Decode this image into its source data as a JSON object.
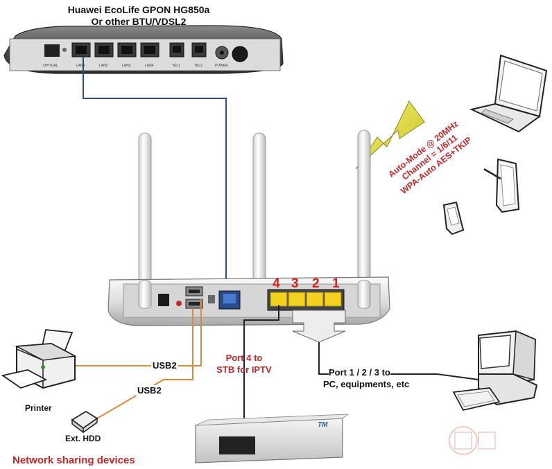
{
  "modem": {
    "title_line1": "Huawei EcoLife GPON HG850a",
    "title_line2": "Or other BTU/VDSL2",
    "port_labels": [
      "OPTICAL",
      "LAN1",
      "LAN2",
      "LAN3",
      "LAN4",
      "TEL1",
      "TEL2",
      "POWER"
    ]
  },
  "wireless": {
    "line1": "Auto-Mode @ 20MHz",
    "line2": "Channel = 1/6/11",
    "line3": "WPA-Auto AES+TKIP"
  },
  "router": {
    "port_numbers": [
      "4",
      "3",
      "2",
      "1"
    ]
  },
  "connections": {
    "usb_printer": "USB2",
    "usb_hdd": "USB2",
    "port4_line1": "Port 4 to",
    "port4_line2": "STB for IPTV",
    "ports123_line1": "Port 1 / 2 / 3  to",
    "ports123_line2": "PC, equipments, etc"
  },
  "devices": {
    "printer": "Printer",
    "hdd": "Ext. HDD",
    "stb_logo": "TM"
  },
  "footer": {
    "caption": "Network sharing devices"
  },
  "colors": {
    "cable_blue": "#2a4a8a",
    "cable_orange": "#d88a3a",
    "cable_black": "#222222",
    "caption_red": "#c0282a",
    "port_yellow": "#f2d21e"
  }
}
